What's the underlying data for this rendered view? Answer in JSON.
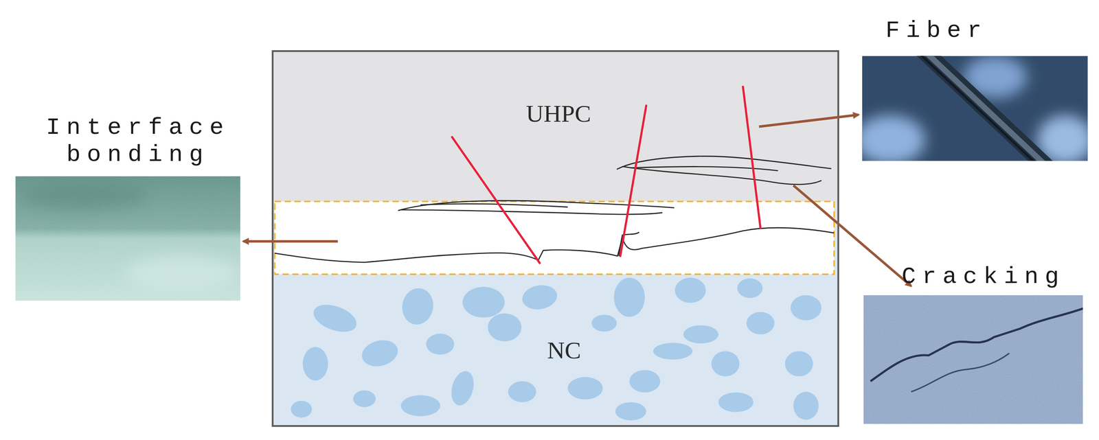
{
  "diagram": {
    "nodes": [
      {
        "text": [
          "Interface bonding"
        ]
      },
      {
        "text": [
          "UHPC"
        ]
      },
      {
        "text": [
          "NC"
        ]
      },
      {
        "text": [
          "Fiber"
        ]
      },
      {
        "text": [
          "Cracking"
        ]
      }
    ]
  }
}
